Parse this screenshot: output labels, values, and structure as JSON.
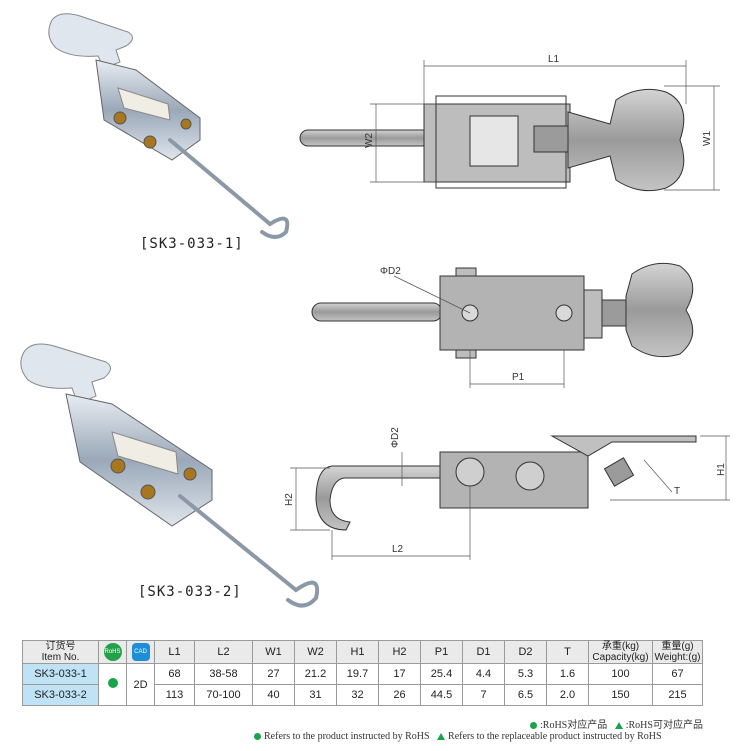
{
  "products": [
    {
      "caption": "[SK3-033-1]"
    },
    {
      "caption": "[SK3-033-2]"
    }
  ],
  "dimension_labels": {
    "L1": "L1",
    "W1": "W1",
    "W2": "W2",
    "D2_top": "ΦD2",
    "P1": "P1",
    "D2_side": "ΦD2",
    "H1": "H1",
    "H2": "H2",
    "L2": "L2",
    "T": "T"
  },
  "table": {
    "header": {
      "item_cn": "订货号",
      "item_en": "Item No.",
      "rohs_icon": "RoHS",
      "cad_icon": "CAD",
      "columns": [
        "L1",
        "L2",
        "W1",
        "W2",
        "H1",
        "H2",
        "P1",
        "D1",
        "D2",
        "T"
      ],
      "capacity_cn": "承重(kg)",
      "capacity_en": "Capacity(kg)",
      "weight_cn": "重量(g)",
      "weight_en": "Weight:(g)"
    },
    "cad_value": "2D",
    "rows": [
      {
        "item": "SK3-033-1",
        "values": [
          "68",
          "38-58",
          "27",
          "21.2",
          "19.7",
          "17",
          "25.4",
          "4.4",
          "5.3",
          "1.6"
        ],
        "capacity": "100",
        "weight": "67"
      },
      {
        "item": "SK3-033-2",
        "values": [
          "113",
          "70-100",
          "40",
          "31",
          "32",
          "26",
          "44.5",
          "7",
          "6.5",
          "2.0"
        ],
        "capacity": "150",
        "weight": "215"
      }
    ]
  },
  "legend": {
    "rohs_cn": ":RoHS对应产品",
    "replace_cn": ":RoHS可对应产品",
    "rohs_en": "Refers to the product instructed by RoHS",
    "replace_en": "Refers to the replaceable product instructed by RoHS"
  },
  "colors": {
    "rohs_green": "#19a44a",
    "item_blue": "#bfe3f5",
    "cad_blue": "#1e8fd6"
  }
}
